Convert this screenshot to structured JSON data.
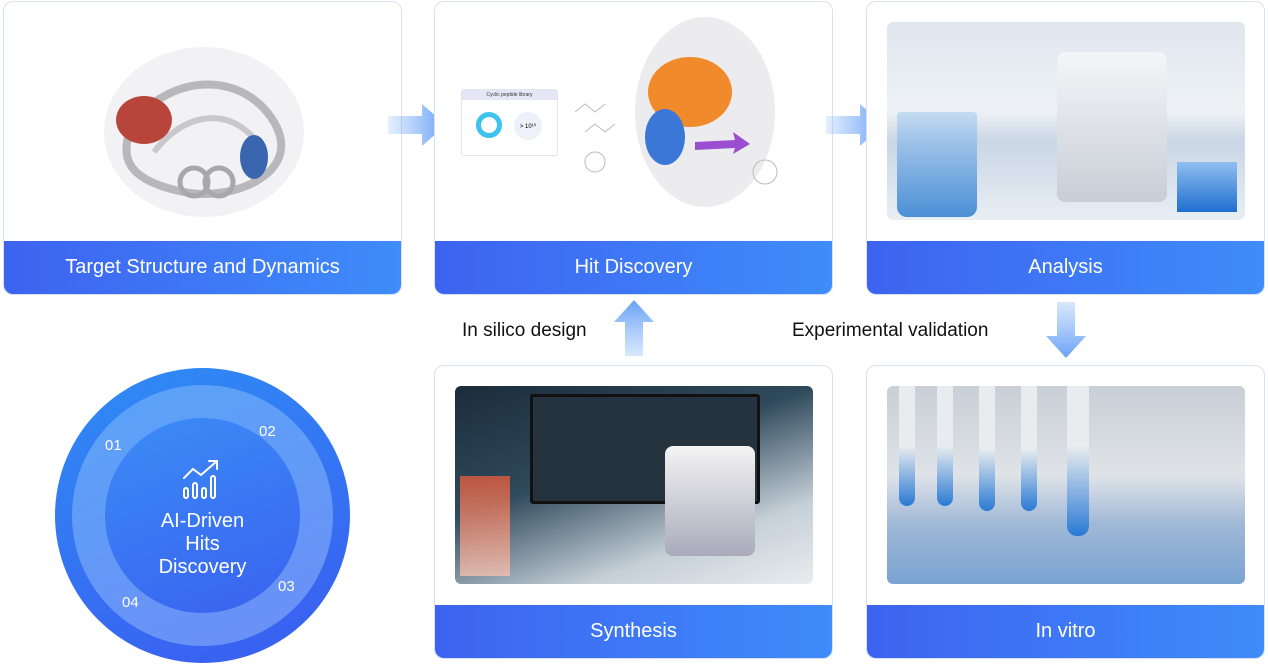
{
  "steps": [
    {
      "label": "Target Structure and Dynamics"
    },
    {
      "label": "Hit Discovery"
    },
    {
      "label": "Analysis"
    },
    {
      "label": "Synthesis"
    },
    {
      "label": "In vitro"
    }
  ],
  "hit_discovery_inset": {
    "title": "Cyclic peptide library",
    "count": "> 10¹⁰"
  },
  "connectors": {
    "in_silico": "In silico design",
    "experimental": "Experimental validation"
  },
  "cycle": {
    "title_line1": "AI-Driven",
    "title_line2": "Hits",
    "title_line3": "Discovery",
    "icon": "chart-growth-icon",
    "numbers": [
      "01",
      "02",
      "03",
      "04"
    ]
  },
  "colors": {
    "accent": "#3f6ff2",
    "arrow": "#7fb0f8"
  }
}
